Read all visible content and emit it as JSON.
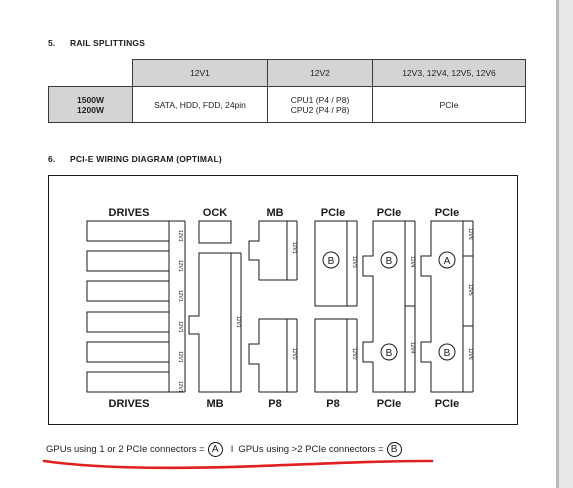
{
  "sections": {
    "rail": {
      "number": "5.",
      "title": "RAIL SPLITTINGS"
    },
    "pcie": {
      "number": "6.",
      "title": "PCI-E WIRING DIAGRAM (OPTIMAL)"
    }
  },
  "rail_table": {
    "headers": [
      "12V1",
      "12V2",
      "12V3, 12V4, 12V5, 12V6"
    ],
    "row_header": [
      "1500W",
      "1200W"
    ],
    "cells": [
      [
        "SATA, HDD, FDD, 24pin"
      ],
      [
        "CPU1 (P4 / P8)",
        "CPU2 (P4 / P8)"
      ],
      [
        "PCIe"
      ]
    ]
  },
  "diagram": {
    "top_labels": [
      "DRIVES",
      "OCK",
      "MB",
      "PCIe",
      "PCIe",
      "PCIe"
    ],
    "bottom_labels": [
      "DRIVES",
      "MB",
      "P8",
      "P8",
      "PCIe",
      "PCIe"
    ],
    "rail_labels": {
      "drives": "12V1",
      "mb": "12V1",
      "mb_small": "12V1",
      "p8_1": "12V2",
      "p8_2": "12V2",
      "pcie1_top": "12V3",
      "pcie1_bot": "12V4",
      "pcie2_top": "12V5",
      "pcie2_bot": "12V6",
      "pcie3_top": "12V6",
      "pcie3_mid": "12V5",
      "pcie3_bot": "12V6"
    },
    "gpu_marks": {
      "a": "A",
      "b": "B"
    }
  },
  "legend": {
    "text1": "GPUs using 1 or 2 PCIe connectors =",
    "mark1": "A",
    "separator": "I",
    "text2": "GPUs using >2 PCIe connectors =",
    "mark2": "B"
  },
  "colors": {
    "annotation": "#e02020",
    "header_fill": "#d4d4d4"
  }
}
